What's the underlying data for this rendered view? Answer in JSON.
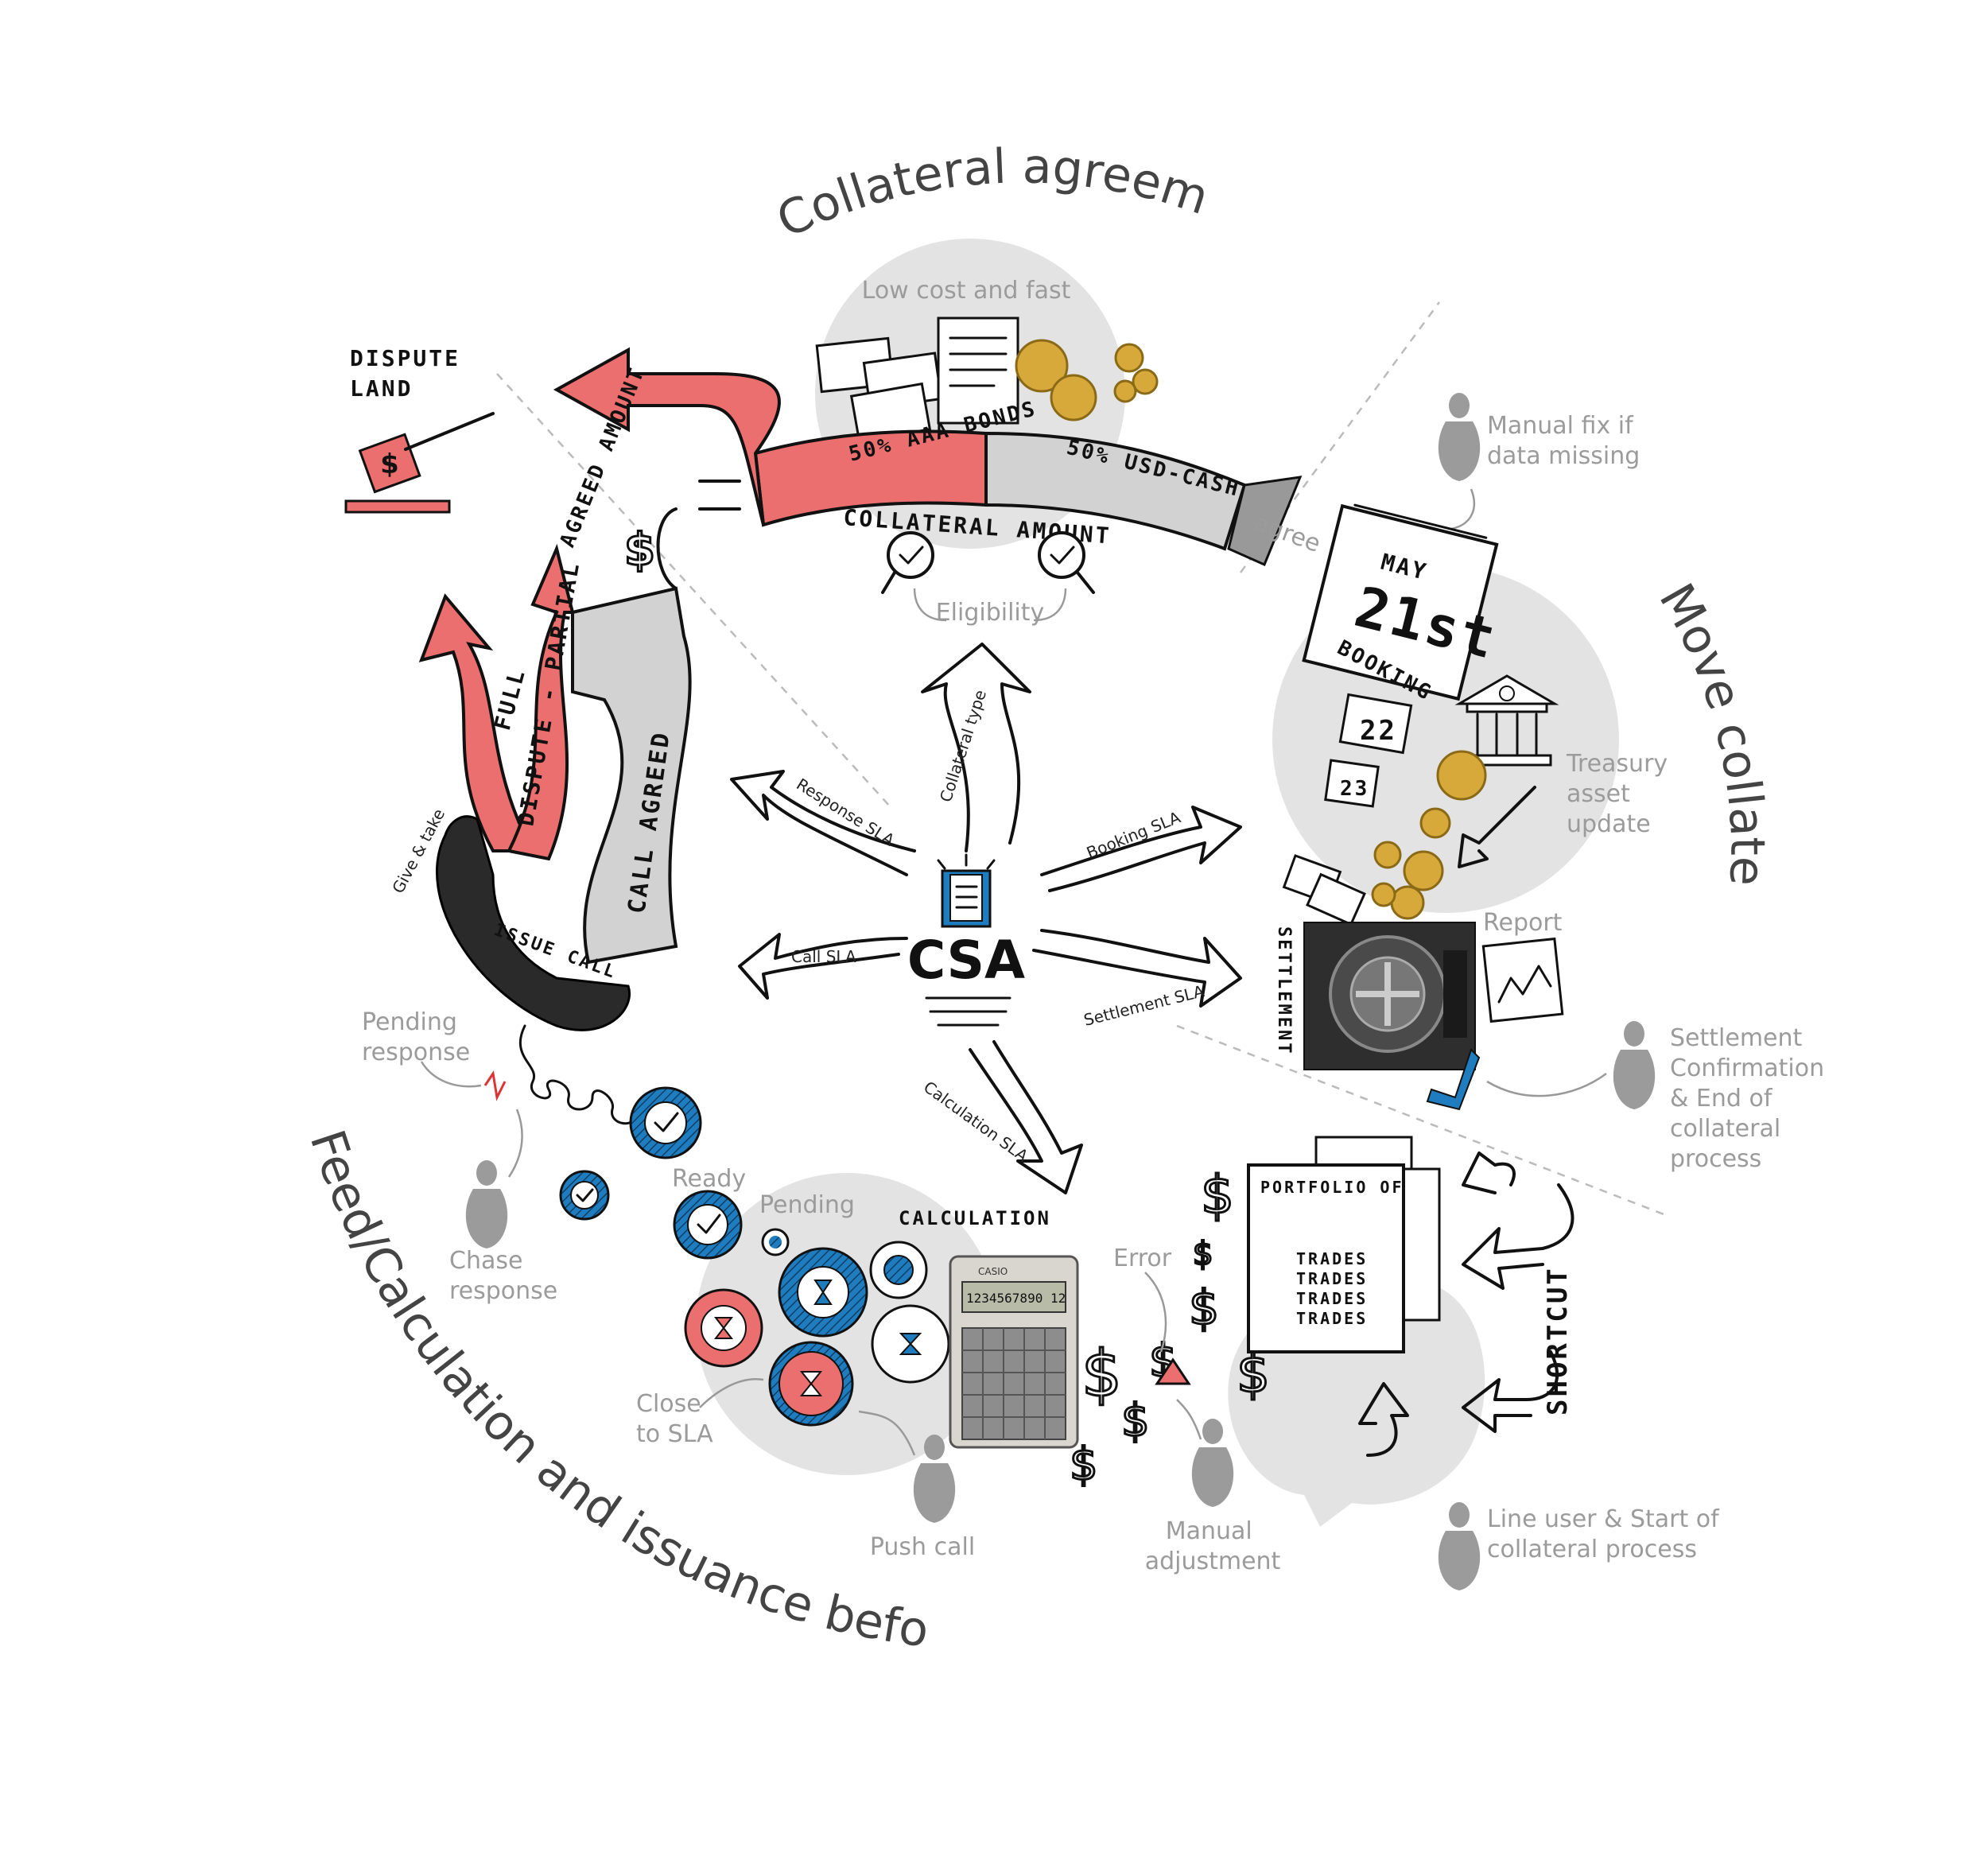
{
  "titles": {
    "top": "Collateral agreement",
    "right": "Move collateral",
    "bottom_left": "Feed/Calculation and issuance before SLA"
  },
  "center": {
    "logo": "CSA",
    "sla_labels": {
      "collateral_type": "Collateral type",
      "response": "Response SLA",
      "booking": "Booking SLA",
      "call": "Call SLA",
      "settlement": "Settlement SLA",
      "calculation": "Calculation SLA"
    }
  },
  "agreement": {
    "low_cost": "Low cost and fast",
    "bonds": "50% AAA BONDS",
    "cash": "50% USD-CASH",
    "collateral_amount": "COLLATERAL AMOUNT",
    "agree": "agree",
    "eligibility": "Eligibility"
  },
  "dispute": {
    "land": "DISPUTE LAND",
    "agreed_amount": "AGREED AMOUNT",
    "dispute_full": "FULL",
    "dispute_partial": "DISPUTE - PARTIAL",
    "call_agreed": "CALL AGREED",
    "issue_call": "ISSUE CALL",
    "give_take": "Give & take"
  },
  "move": {
    "manual_fix": "Manual fix if data missing",
    "may": "MAY",
    "day": "21st",
    "booking": "BOOKING",
    "day2": "22",
    "day3": "23",
    "treasury": "Treasury asset update",
    "report": "Report",
    "settlement": "SETTLEMENT",
    "settlement_confirmation": "Settlement Confirmation & End of collateral process"
  },
  "calc": {
    "pending_response": "Pending response",
    "chase_response": "Chase response",
    "ready": "Ready",
    "pending": "Pending",
    "calculation": "CALCULATION",
    "close_to_sla": "Close to SLA",
    "push_call": "Push call",
    "error": "Error",
    "manual_adjustment": "Manual adjustment",
    "calculator_brand": "CASIO",
    "calculator_display": "1234567890 12"
  },
  "portfolio": {
    "title": "PORTFOLIO OF",
    "trades": [
      "TRADES",
      "TRADES",
      "TRADES",
      "TRADES"
    ],
    "shortcut": "SHORTCUT",
    "line_user": "Line user & Start of collateral process"
  },
  "colors": {
    "red": "#ec6f6f",
    "gray_fill": "#d2d2d2",
    "circle_bg": "#e3e3e3",
    "blue": "#1f7dbf",
    "coin": "#d7a93a"
  }
}
